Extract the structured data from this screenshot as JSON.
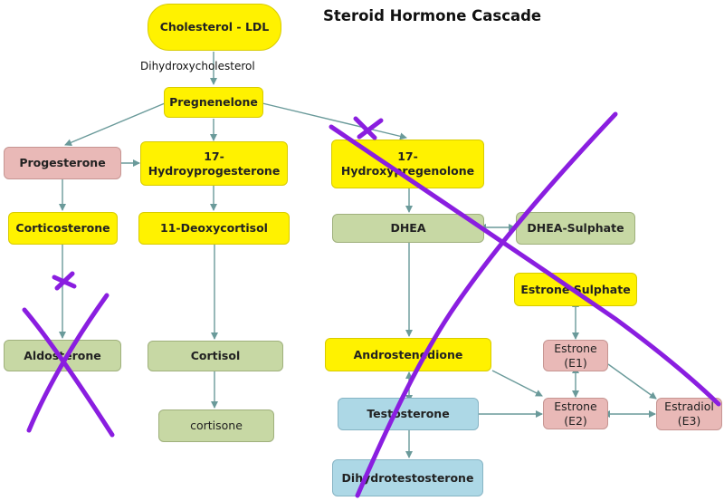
{
  "title": "Steroid Hormone Cascade",
  "edge_label": "Dihydroxycholesterol",
  "nodes": {
    "cholesterol": "Cholesterol - LDL",
    "pregnenelone": "Pregnenelone",
    "progesterone": "Progesterone",
    "hydroxyprogesterone": "17-\nHydroyprogesterone",
    "hydroxypregnenolone": "17-\nHydroxypregenolone",
    "corticosterone": "Corticosterone",
    "deoxycortisol": "11-Deoxycortisol",
    "dhea": "DHEA",
    "dhea_sulphate": "DHEA-Sulphate",
    "estrone_sulphate": "Estrone Sulphate",
    "aldosterone": "Aldosterone",
    "cortisol": "Cortisol",
    "androstenedione": "Androstenedione",
    "estrone_e1": "Estrone\n(E1)",
    "testosterone": "Testosterone",
    "estrone_e2": "Estrone\n(E2)",
    "estradiol_e3": "Estradiol\n(E3)",
    "cortisone": "cortisone",
    "dihydrotestosterone": "Dihydrotestosterone"
  },
  "colors": {
    "yellow": "#fff200",
    "green": "#c7d8a4",
    "pink": "#e9b9b7",
    "blue": "#add8e6",
    "arrow": "#6a9a9a",
    "annotation": "#8a1ee0"
  }
}
